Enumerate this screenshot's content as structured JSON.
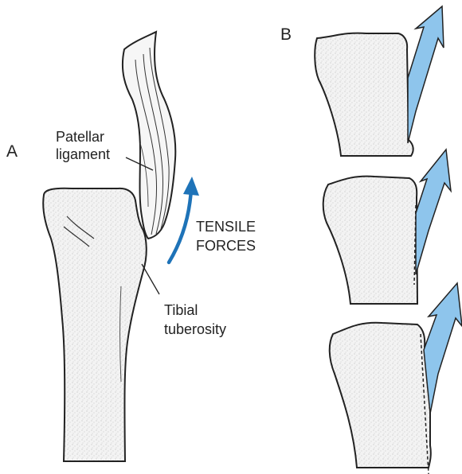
{
  "colors": {
    "arrow_blue": "#1e73b8",
    "fill_blue": "#8ec5ec",
    "ink": "#222222",
    "bone_fill": "#f1f1f1"
  },
  "panel_a": {
    "letter": "A",
    "patellar_ligament_line1": "Patellar",
    "patellar_ligament_line2": "ligament",
    "tensile_forces_line1": "TENSILE",
    "tensile_forces_line2": "FORCES",
    "tibial_tuberosity_line1": "Tibial",
    "tibial_tuberosity_line2": "tuberosity"
  },
  "panel_b": {
    "letter": "B"
  }
}
